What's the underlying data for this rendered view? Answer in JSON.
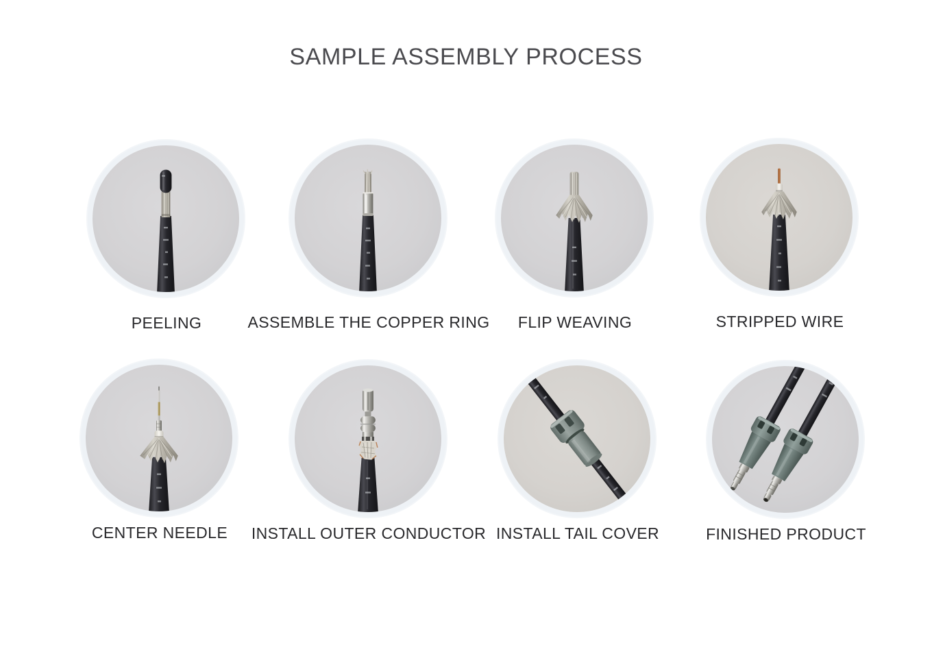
{
  "title": "SAMPLE ASSEMBLY PROCESS",
  "steps": [
    {
      "label": "PEELING"
    },
    {
      "label": "ASSEMBLE THE COPPER RING"
    },
    {
      "label": "FLIP WEAVING"
    },
    {
      "label": "STRIPPED WIRE"
    },
    {
      "label": "CENTER NEEDLE"
    },
    {
      "label": "INSTALL OUTER CONDUCTOR"
    },
    {
      "label": "INSTALL TAIL COVER"
    },
    {
      "label": "FINISHED PRODUCT"
    }
  ],
  "colors": {
    "page_background": "#ffffff",
    "photo_background": "#d3d2d4",
    "photo_halo_ring": "#eef2f6",
    "title_text": "#4a4a4e",
    "label_text": "#28282b",
    "cable_jacket_black": "#26262b",
    "braid_silver": "#bdb9b0",
    "copper_conductor": "#b5713f",
    "connector_gray_green": "#6c7a76",
    "chrome_metal": "#b9b8b3"
  }
}
